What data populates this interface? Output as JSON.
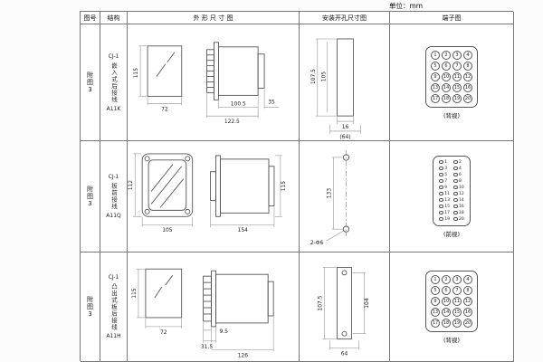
{
  "unit_label": "单位：mm",
  "headers": [
    "图号",
    "结构",
    "外 形 尺 寸 图",
    "安装开孔尺寸图",
    "端子图"
  ],
  "rows": [
    {
      "fig_no": "附图3",
      "model": "CJ-1",
      "structure": "嵌入式后接线",
      "code": "A11K",
      "outline": {
        "d_height": "115",
        "d_width": "72",
        "d_body": "100.5",
        "d_total": "122.5",
        "d_rear": "35"
      },
      "mounting": {
        "d_outer": "107.5",
        "d_inner": "105",
        "d_w1": "16",
        "d_w2": "(64)"
      },
      "terminal": {
        "layout": "grid",
        "cols": 4,
        "numbers": [
          1,
          2,
          3,
          4,
          5,
          6,
          7,
          8,
          9,
          10,
          11,
          12,
          13,
          14,
          15,
          16,
          17,
          18,
          19,
          20
        ],
        "view": "(背视)"
      }
    },
    {
      "fig_no": "附图3",
      "model": "CJ-1",
      "structure": "板前接线",
      "code": "A11Q",
      "outline": {
        "d_height": "112",
        "d_width": "105",
        "d_len": "154",
        "d_side_h": "115"
      },
      "mounting": {
        "d_span": "133",
        "d_holes": "2-Φ6"
      },
      "terminal": {
        "layout": "strip",
        "cols": 2,
        "numbers": [
          1,
          2,
          3,
          4,
          5,
          6,
          7,
          8,
          9,
          10,
          11,
          12,
          13,
          14,
          15,
          16,
          17,
          18,
          19,
          20
        ],
        "view": "(前视)"
      }
    },
    {
      "fig_no": "附图3",
      "model": "CJ-1",
      "structure": "凸出式板后接线",
      "code": "A11H",
      "outline": {
        "d_height": "115",
        "d_width": "72",
        "d_stud": "9.5",
        "d_proj": "31.5",
        "d_len": "126"
      },
      "mounting": {
        "d_outer": "107.5",
        "d_span": "104",
        "d_w": "64"
      },
      "terminal": {
        "layout": "grid",
        "cols": 4,
        "numbers": [
          1,
          2,
          3,
          4,
          5,
          6,
          7,
          8,
          9,
          10,
          11,
          12,
          13,
          14,
          15,
          16,
          17,
          18,
          19,
          20
        ],
        "view": "(背视)"
      }
    }
  ]
}
